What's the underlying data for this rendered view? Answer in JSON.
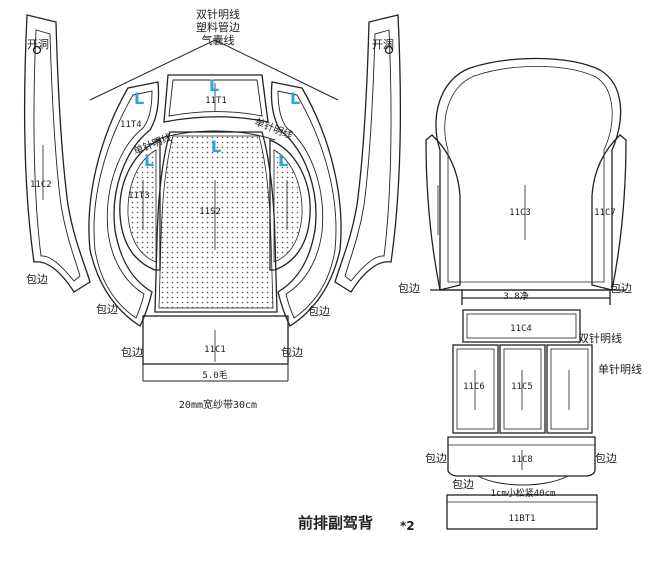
{
  "title": "前排副驾背",
  "title_suffix": "*2",
  "colors": {
    "line": "#222222",
    "accent": "#2aa7d9",
    "dots": "#555555"
  },
  "left_pattern": {
    "top_note_lines": [
      "双针明线",
      "塑料管边",
      "气囊线"
    ],
    "open_hole_left": "开洞",
    "open_hole_right": "开洞",
    "piece_11C2": "11C2",
    "piece_11T1": "11T1",
    "piece_11T4": "11T4",
    "piece_11T3": "11T3",
    "piece_11S2": "11S2",
    "piece_11C1": "11C1",
    "marker_L": "L",
    "single_needle_left": "单针明线",
    "single_needle_right": "单针明线",
    "binding": "包边",
    "dim_5_0": "5.0毛",
    "tape_note": "20mm宽纱带30cm"
  },
  "right_pattern": {
    "piece_11C3": "11C3",
    "piece_11C7": "11C7",
    "piece_11C4": "11C4",
    "piece_11C6": "11C6",
    "piece_11C5": "11C5",
    "piece_11C8": "11C8",
    "piece_11BT1": "11BT1",
    "binding": "包边",
    "dim_3_8": "3.8净",
    "double_needle": "双针明线",
    "single_needle": "单针明线",
    "elastic_note": "1cm小松紧40cm"
  }
}
